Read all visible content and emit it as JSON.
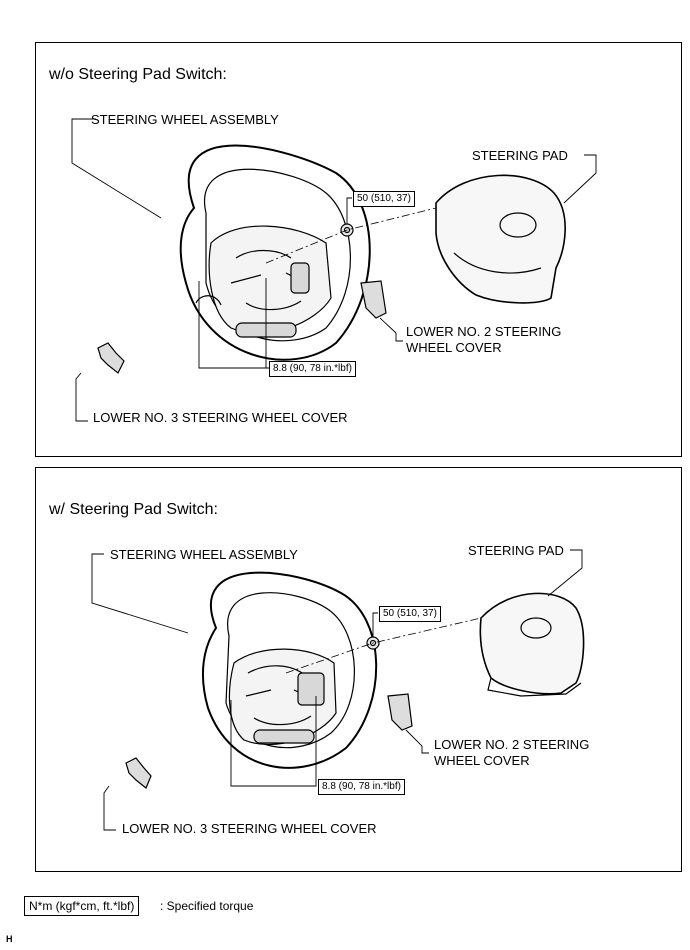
{
  "panels": [
    {
      "heading": "w/o Steering Pad Switch:",
      "labels": {
        "wheel": "STEERING WHEEL ASSEMBLY",
        "pad": "STEERING PAD",
        "torque_nut": "50 (510, 37)",
        "torque_bolt": "8.8 (90, 78 in.*lbf)",
        "lower2_line1": "LOWER NO. 2 STEERING",
        "lower2_line2": "WHEEL COVER",
        "lower3": "LOWER NO. 3 STEERING WHEEL COVER"
      }
    },
    {
      "heading": "w/ Steering Pad Switch:",
      "labels": {
        "wheel": "STEERING WHEEL ASSEMBLY",
        "pad": "STEERING PAD",
        "torque_nut": "50 (510, 37)",
        "torque_bolt": "8.8 (90, 78 in.*lbf)",
        "lower2_line1": "LOWER NO. 2 STEERING",
        "lower2_line2": "WHEEL COVER",
        "lower3": "LOWER NO. 3 STEERING WHEEL COVER"
      }
    }
  ],
  "legend": {
    "unit": "N*m (kgf*cm, ft.*lbf)",
    "text": ": Specified torque"
  },
  "corner_mark": "H"
}
